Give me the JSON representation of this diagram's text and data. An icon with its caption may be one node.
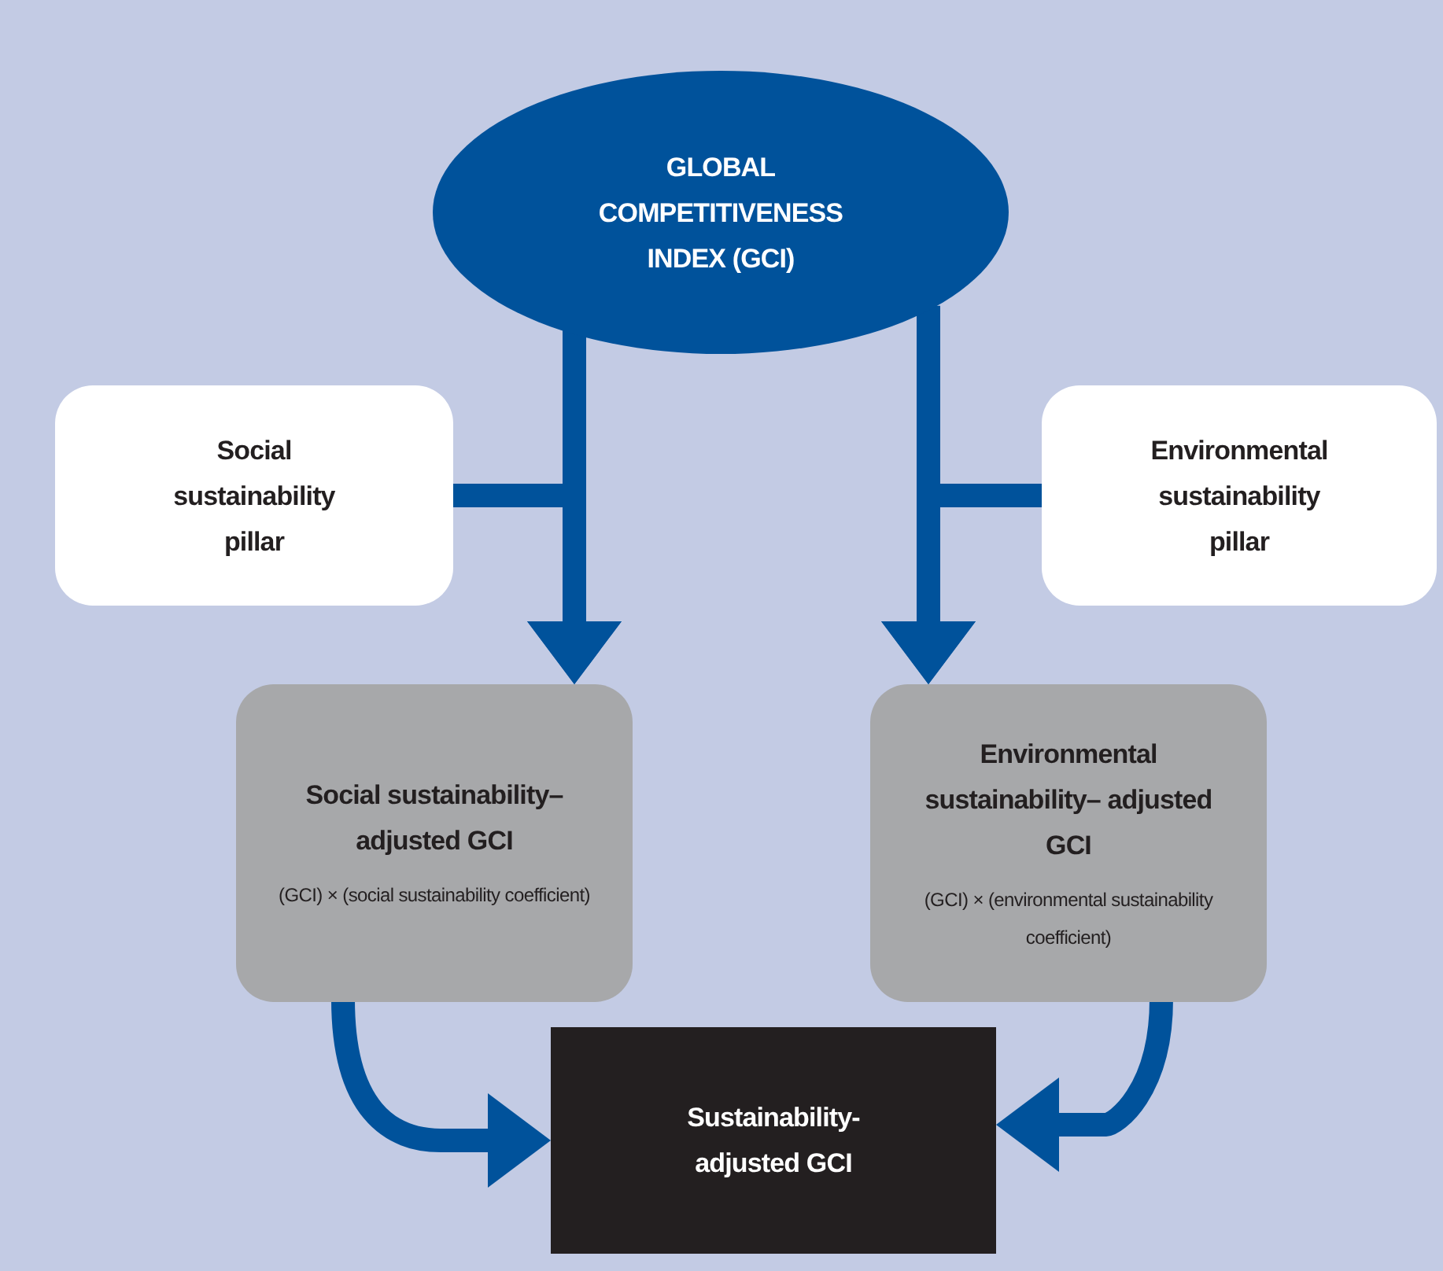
{
  "diagram": {
    "nodes": [
      {
        "text": [
          "GLOBAL COMPETITIVENESS INDEX (GCI)"
        ]
      },
      {
        "text": [
          "Social sustainability pillar"
        ]
      },
      {
        "text": [
          "Environmental sustainability pillar"
        ]
      },
      {
        "text": [
          "Social sustainability– adjusted GCI",
          "(GCI) × (social sustainability coefficient)"
        ]
      },
      {
        "text": [
          "Environmental sustainability– adjusted GCI",
          "(GCI) × (environmental sustainability coefficient)"
        ]
      },
      {
        "text": [
          "Sustainability- adjusted GCI"
        ]
      }
    ],
    "edges": [
      {
        "from": 0,
        "to": 3,
        "arrow": "to"
      },
      {
        "from": 1,
        "to": 3,
        "arrow": "to"
      },
      {
        "from": 0,
        "to": 4,
        "arrow": "to"
      },
      {
        "from": 2,
        "to": 4,
        "arrow": "to"
      },
      {
        "from": 3,
        "to": 5,
        "arrow": "to"
      },
      {
        "from": 4,
        "to": 5,
        "arrow": "to"
      }
    ]
  }
}
